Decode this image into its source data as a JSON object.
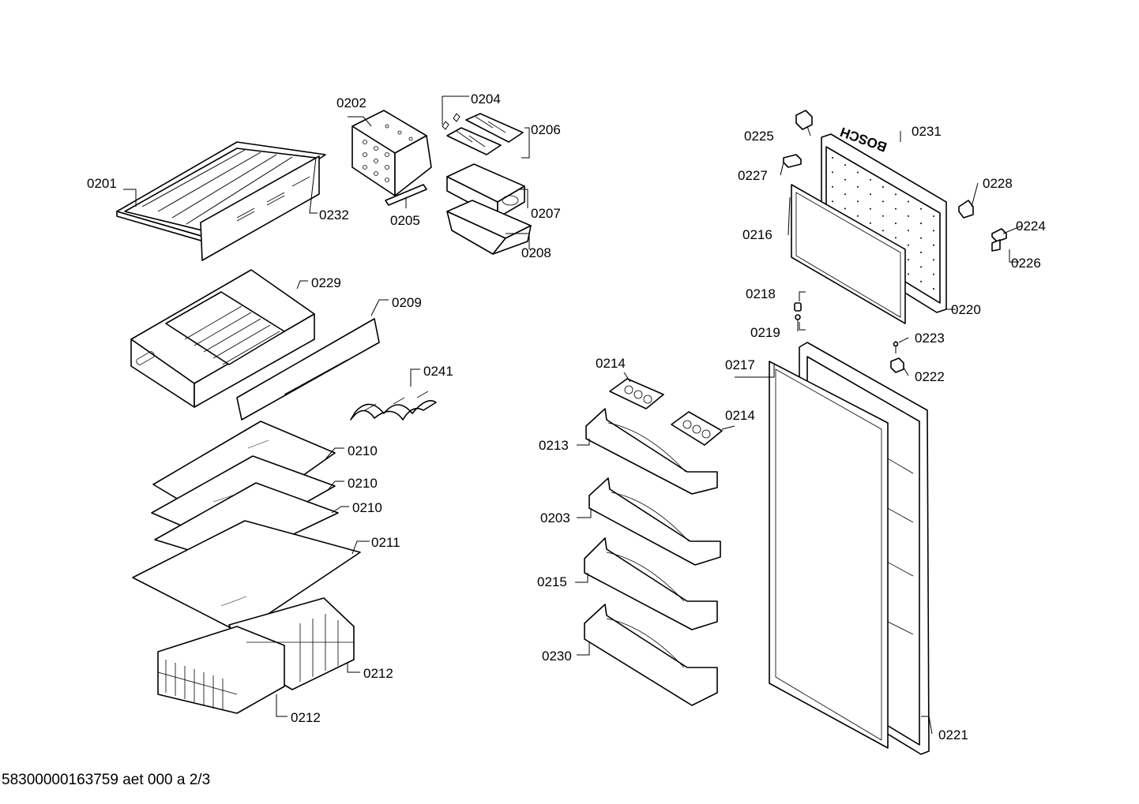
{
  "labels": {
    "l0201": "0201",
    "l0202": "0202",
    "l0203": "0203",
    "l0204": "0204",
    "l0205": "0205",
    "l0206": "0206",
    "l0207": "0207",
    "l0208": "0208",
    "l0209": "0209",
    "l0210": "0210",
    "l0211": "0211",
    "l0212": "0212",
    "l0213": "0213",
    "l0214": "0214",
    "l0215": "0215",
    "l0216": "0216",
    "l0217": "0217",
    "l0218": "0218",
    "l0219": "0219",
    "l0220": "0220",
    "l0221": "0221",
    "l0222": "0222",
    "l0223": "0223",
    "l0224": "0224",
    "l0225": "0225",
    "l0226": "0226",
    "l0227": "0227",
    "l0228": "0228",
    "l0229": "0229",
    "l0230": "0230",
    "l0231": "0231",
    "l0232": "0232",
    "l0241": "0241"
  },
  "brand_mark": "BOSCH",
  "footer": "58300000163759 aet 000 a 2/3"
}
